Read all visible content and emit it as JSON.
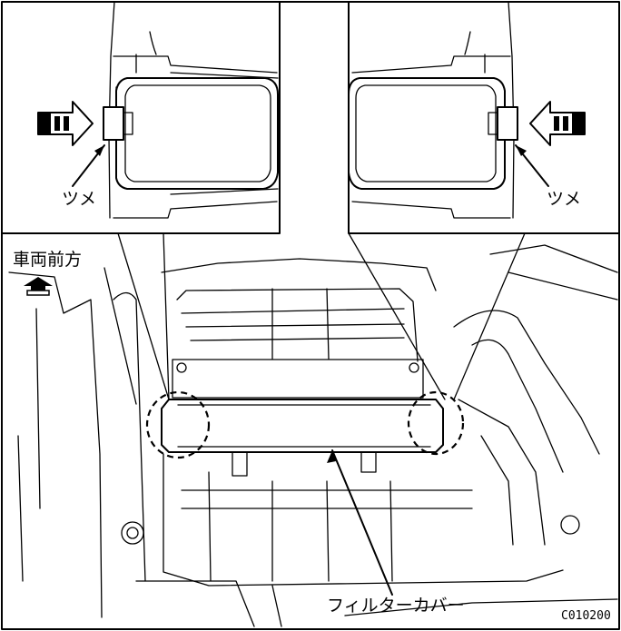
{
  "labels": {
    "claw_left": "ツメ",
    "claw_right": "ツメ",
    "vehicle_front": "車両前方",
    "filter_cover": "フィルターカバー",
    "figure_code": "C010200"
  },
  "colors": {
    "line": "#000000",
    "background": "#ffffff"
  },
  "icons": {
    "push_arrow_left_inset": "right-pointing-push-arrow",
    "push_arrow_right_inset": "left-pointing-push-arrow",
    "front_direction": "front-direction-arrow"
  }
}
